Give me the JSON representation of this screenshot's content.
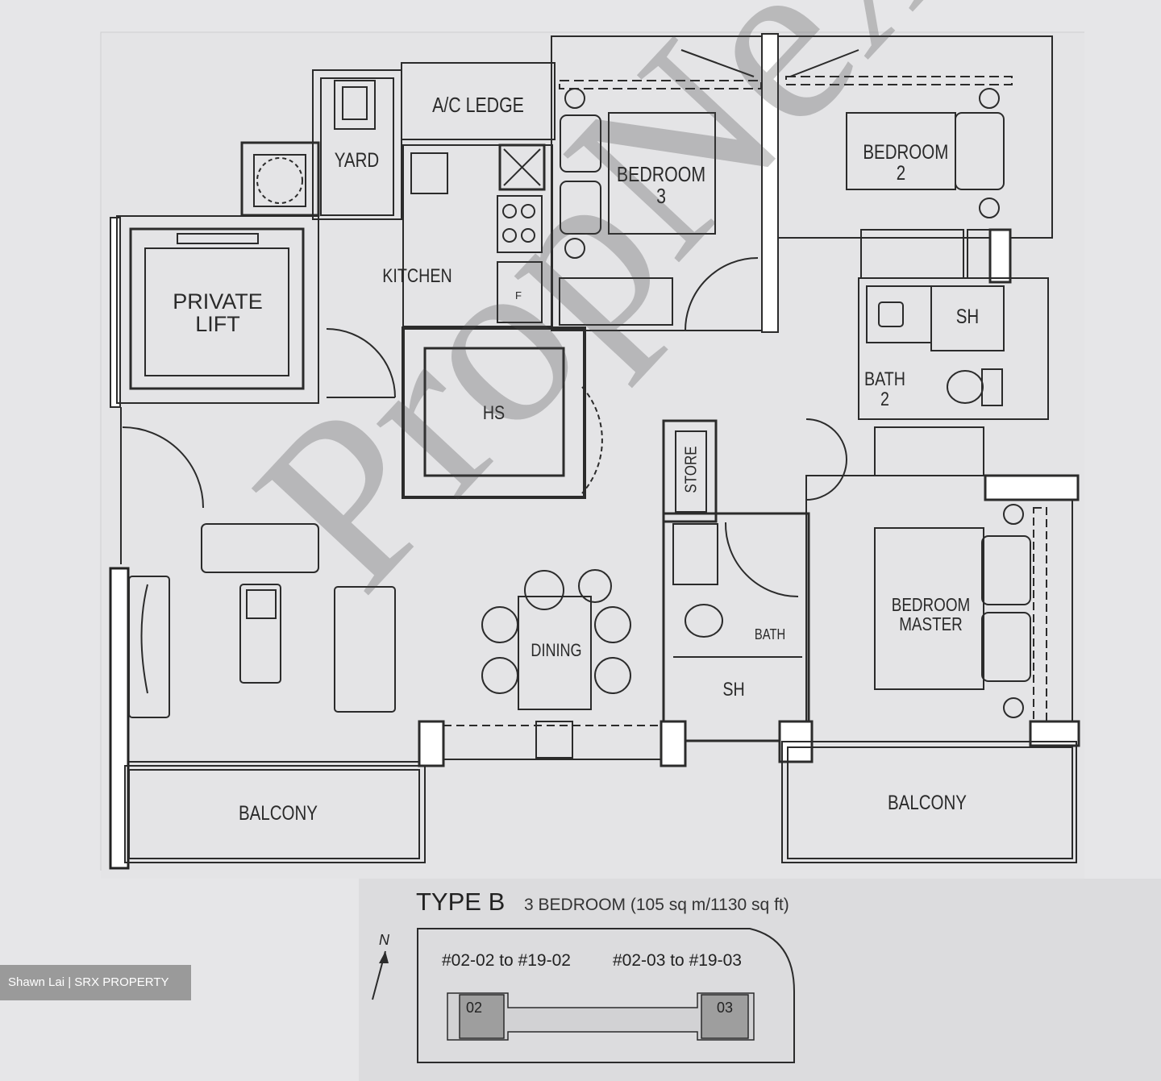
{
  "rooms": {
    "ac_ledge": "A/C LEDGE",
    "yard": "YARD",
    "kitchen": "KITCHEN",
    "private_lift": "PRIVATE\nLIFT",
    "bedroom3": "BEDROOM 3",
    "bedroom2": "BEDROOM\n2",
    "sh_upper": "SH",
    "bath2": "BATH\n2",
    "hs": "HS",
    "fridge": "F",
    "store": "STORE",
    "dining": "DINING",
    "bath": "BATH",
    "sh_lower": "SH",
    "master": "BEDROOM\nMASTER",
    "balcony_left": "BALCONY",
    "balcony_right": "BALCONY"
  },
  "watermark": "PropNex",
  "unit_type": {
    "title": "TYPE B",
    "description": "3 BEDROOM (105 sq m/1130 sq ft)"
  },
  "key_plan": {
    "north": "N",
    "range_02": "#02-02 to #19-02",
    "range_03": "#02-03 to #19-03",
    "unit_02": "02",
    "unit_03": "03"
  },
  "credit": "Shawn Lai | SRX PROPERTY"
}
